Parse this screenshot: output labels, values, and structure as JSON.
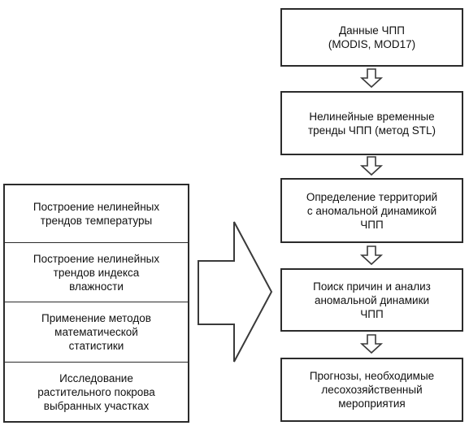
{
  "flow_steps": [
    {
      "id": "npp-data",
      "text": "Данные ЧПП\n(MODIS, MOD17)"
    },
    {
      "id": "nonlinear-trends",
      "text": "Нелинейные временные\nтренды ЧПП (метод STL)"
    },
    {
      "id": "anomaly-areas",
      "text": "Определение территорий\nс аномальной динамикой\nЧПП"
    },
    {
      "id": "cause-analysis",
      "text": "Поиск причин и анализ\nаномальной динамики\nЧПП"
    },
    {
      "id": "forecasts",
      "text": "Прогнозы, необходимые\nлесохозяйственный\nмероприятия"
    }
  ],
  "side_methods": [
    {
      "id": "temperature-trends",
      "text": "Построение нелинейных\nтрендов температуры"
    },
    {
      "id": "humidity-trends",
      "text": "Построение нелинейных\nтрендов индекса\nвлажности"
    },
    {
      "id": "statistics",
      "text": "Применение методов\nматематической\nстатистики"
    },
    {
      "id": "vegetation-study",
      "text": "Исследование\nрастительного покрова\nвыбранных участках"
    }
  ],
  "colors": {
    "border": "#2b2b2b",
    "fill": "#ffffff",
    "text": "#111111"
  }
}
